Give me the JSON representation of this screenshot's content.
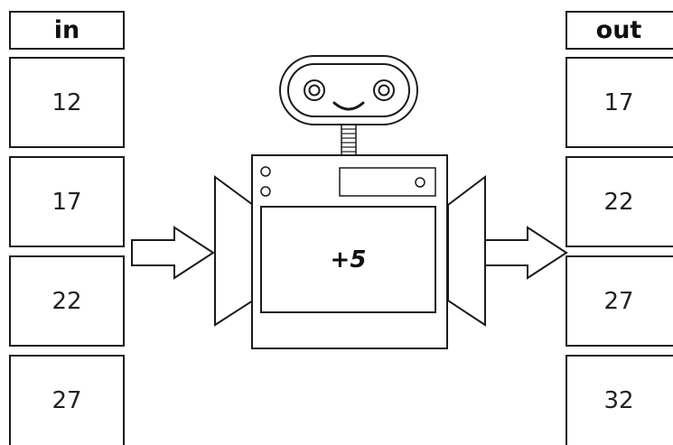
{
  "in_column": {
    "header": "in",
    "values": [
      "12",
      "17",
      "22",
      "27"
    ]
  },
  "out_column": {
    "header": "out",
    "values": [
      "17",
      "22",
      "27",
      "32"
    ]
  },
  "machine": {
    "rule": "+5"
  }
}
